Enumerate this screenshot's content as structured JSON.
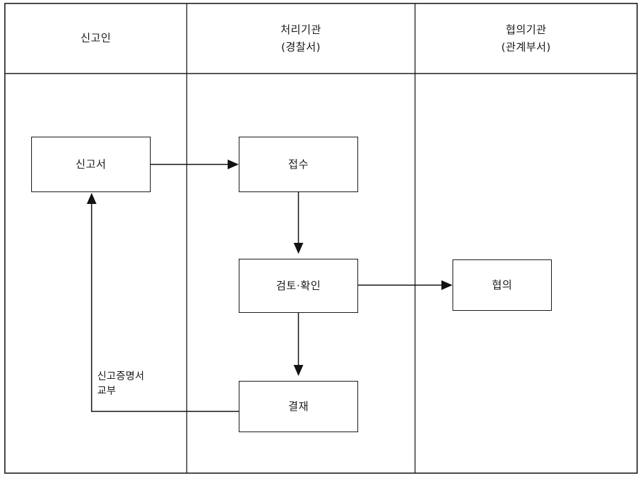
{
  "diagram": {
    "title_note": "",
    "lanes": [
      {
        "id": "lane-reporter",
        "title": "신고인",
        "subtitle": ""
      },
      {
        "id": "lane-agency",
        "title": "처리기관",
        "subtitle": "(경찰서)"
      },
      {
        "id": "lane-consult",
        "title": "협의기관",
        "subtitle": "(관계부서)"
      }
    ],
    "nodes": [
      {
        "id": "node-report-form",
        "label": "신고서",
        "lane": "lane-reporter"
      },
      {
        "id": "node-receipt",
        "label": "접수",
        "lane": "lane-agency"
      },
      {
        "id": "node-review-confirm",
        "label": "검토·확인",
        "lane": "lane-agency"
      },
      {
        "id": "node-approval",
        "label": "결재",
        "lane": "lane-agency"
      },
      {
        "id": "node-consultation",
        "label": "협의",
        "lane": "lane-consult"
      }
    ],
    "edges": [
      {
        "id": "edge-form-to-receipt",
        "from": "node-report-form",
        "to": "node-receipt",
        "label": ""
      },
      {
        "id": "edge-receipt-to-review",
        "from": "node-receipt",
        "to": "node-review-confirm",
        "label": ""
      },
      {
        "id": "edge-review-to-consult",
        "from": "node-review-confirm",
        "to": "node-consultation",
        "label": ""
      },
      {
        "id": "edge-review-to-approval",
        "from": "node-review-confirm",
        "to": "node-approval",
        "label": ""
      },
      {
        "id": "edge-approval-to-reporter",
        "from": "node-approval",
        "to": "node-report-form",
        "label": "신고증명서\n교부"
      }
    ],
    "colors": {
      "line": "#121212",
      "text": "#1b1b1b",
      "background": "#ffffff"
    }
  }
}
